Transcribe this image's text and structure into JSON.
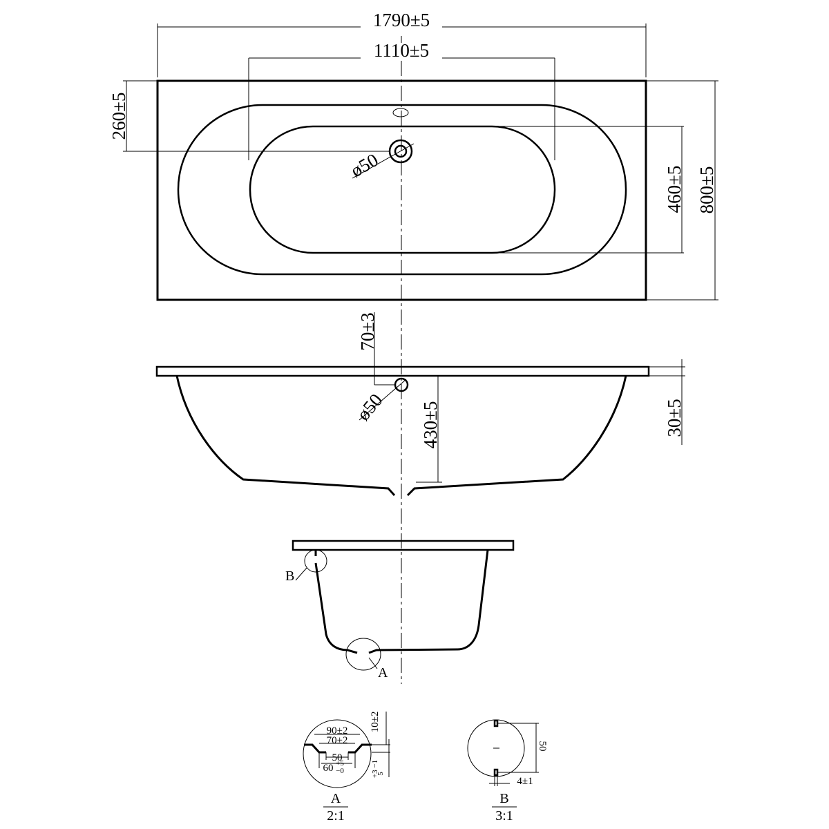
{
  "top_view": {
    "overall_length": "1790±5",
    "inner_length": "1110±5",
    "drain_offset": "260±5",
    "inner_width": "460±5",
    "overall_width": "800±5",
    "drain_diameter": "ø50"
  },
  "side_view": {
    "overflow_height": "70±3",
    "overflow_diameter": "ø50",
    "depth": "430±5",
    "rim_thickness": "30±5"
  },
  "end_view": {
    "callout_b": "B",
    "callout_a": "A"
  },
  "detail_a": {
    "label": "A",
    "scale": "2:1",
    "dim_90": "90±2",
    "dim_70": "70±2",
    "dim_50": "50",
    "dim_60_base": "60",
    "dim_60_tol_upper": "+5",
    "dim_60_tol_lower": "−0",
    "dim_10": "10±2",
    "dim_5_base": "5",
    "dim_5_tol": "+3 −1"
  },
  "detail_b": {
    "label": "B",
    "scale": "3:1",
    "dim_50": "50",
    "dim_4": "4±1"
  }
}
